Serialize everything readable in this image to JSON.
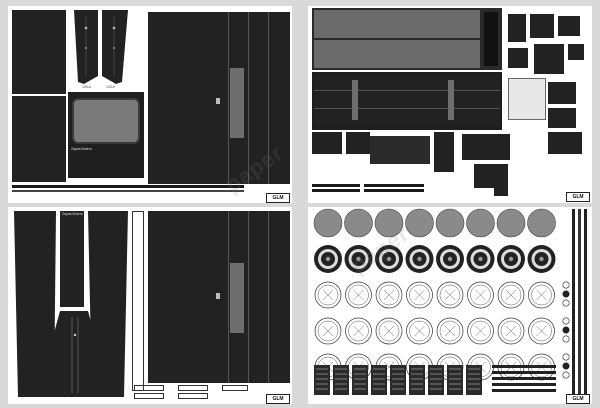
{
  "sheets": {
    "top_left": {
      "screen_label": "Zapasi listeru",
      "logo": "GLM",
      "watermark": "paper",
      "part_a": "13/1a",
      "part_b": "13/1b"
    },
    "bottom_left": {
      "screen_label": "Zapasi listeru",
      "logo": "GLM"
    },
    "top_right": {
      "logo": "GLM"
    },
    "bottom_right": {
      "logo": "GLM",
      "watermark": "paper"
    }
  },
  "wheels": {
    "rows": 5,
    "cols": 8
  }
}
